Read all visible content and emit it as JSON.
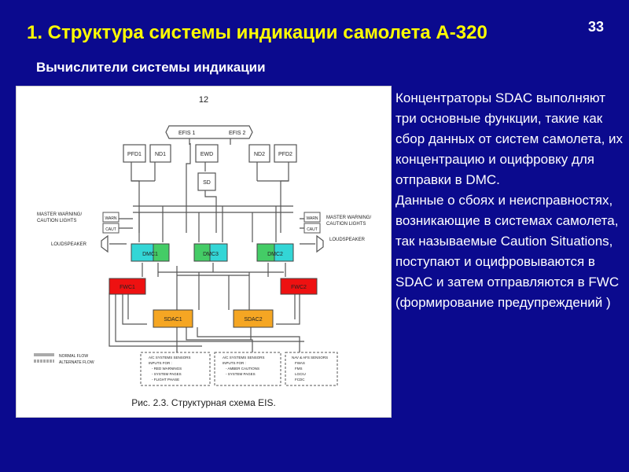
{
  "slide": {
    "title": "1. Структура системы индикации самолета А-320",
    "page_number": "33",
    "subtitle": "Вычислители системы индикации"
  },
  "figure": {
    "page_number": "12",
    "caption": "Рис. 2.3. Структурная схема EIS.",
    "blocks": {
      "efis1": "EFIS 1",
      "efis2": "EFIS 2",
      "pfd1": "PFD1",
      "nd1": "ND1",
      "ewd": "EWD",
      "nd2": "ND2",
      "pfd2": "PFD2",
      "sd": "SD",
      "dmc1": "DMC1",
      "dmc3": "DMC3",
      "dmc2": "DMC2",
      "fwc1": "FWC1",
      "fwc2": "FWC2",
      "sdac1": "SDAC1",
      "sdac2": "SDAC2",
      "warn": "WARN",
      "caut": "CAUT"
    },
    "labels": {
      "master_warning_line1": "MASTER WARNING/",
      "master_warning_line2": "CAUTION LIGHTS",
      "loudspeaker": "LOUDSPEAKER",
      "normal_flow": "NORMAL FLOW",
      "alternate_flow": "ALTERNATE FLOW"
    },
    "sensor_boxes": [
      {
        "lines": [
          "A/C SYSTEMS SENSORS",
          "INPUTS FOR :",
          "- RED WARNINGS",
          "- SYSTEM PAGES",
          "- FLIGHT PHASE"
        ]
      },
      {
        "lines": [
          "A/C SYSTEMS SENSORS",
          "INPUTS FOR :",
          "- AMBER CAUTIONS",
          "- SYSTEM PAGES"
        ]
      },
      {
        "lines": [
          "NAV & AFS SENSORS",
          "FWAS",
          "FMS",
          "LGCIU",
          "FCDC"
        ]
      }
    ]
  },
  "description": {
    "paragraph1": "Концентраторы SDAC выполняют три основные функции, такие как сбор данных от систем самолета, их концентрацию и оцифровку для отправки в DMC.",
    "paragraph2": "Данные о сбоях и неисправностях, возникающие в системах самолета, так называемые Caution Situations, поступают и оцифровываются в SDAC и затем отправляются в FWC (формирование предупреждений )"
  },
  "colors": {
    "background": "#0b0a8e",
    "title": "#ffff00",
    "dmc": "#33d6d6",
    "dmc_alt": "#44cc66",
    "fwc": "#ee1111",
    "sdac": "#f5a623"
  }
}
